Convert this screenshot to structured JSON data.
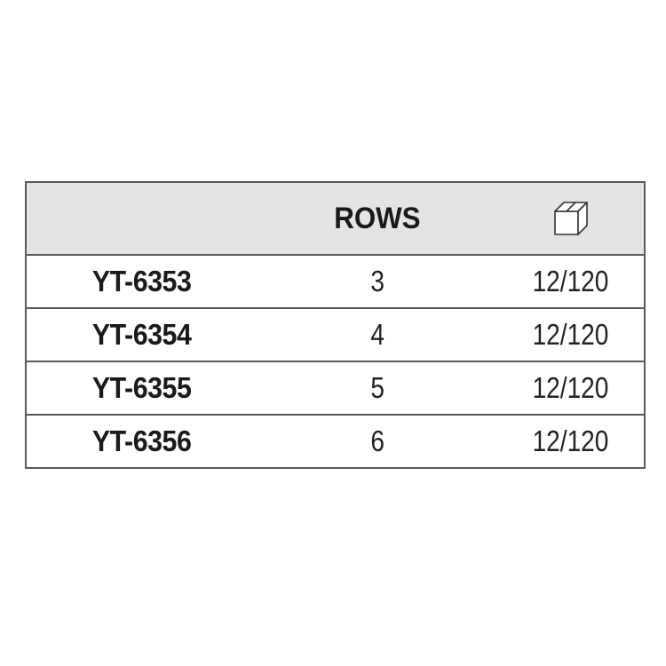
{
  "table": {
    "header": {
      "col1": "",
      "col2": "ROWS",
      "col3_icon": "carton-box-icon"
    },
    "rows": [
      {
        "model": "YT-6353",
        "rows": "3",
        "pack": "12/120"
      },
      {
        "model": "YT-6354",
        "rows": "4",
        "pack": "12/120"
      },
      {
        "model": "YT-6355",
        "rows": "5",
        "pack": "12/120"
      },
      {
        "model": "YT-6356",
        "rows": "6",
        "pack": "12/120"
      }
    ]
  },
  "colors": {
    "header_bg": "#e4e4e4",
    "border": "#5a5a5a",
    "text": "#1a1a1a"
  }
}
